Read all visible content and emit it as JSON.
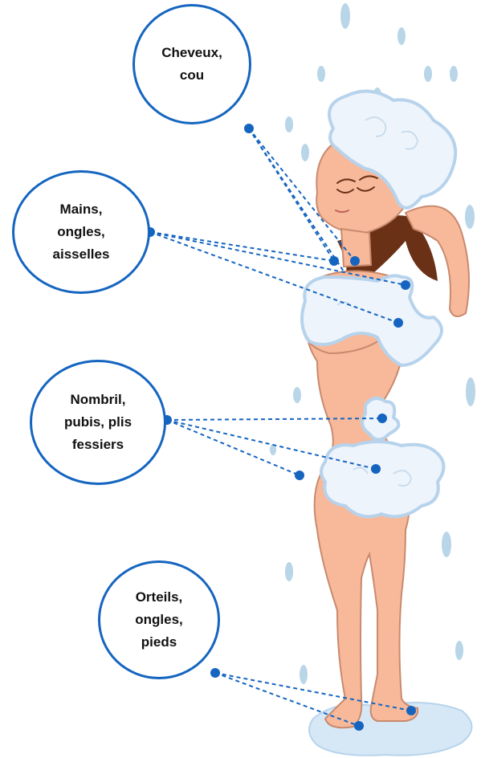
{
  "labels": [
    {
      "id": "hair-neck",
      "text": "Cheveux,\ncou"
    },
    {
      "id": "hands-nails-armpits",
      "text": "Mains,\nongles,\naisselles"
    },
    {
      "id": "navel-pubis-folds",
      "text": "Nombril,\npubis, plis\nfessiers"
    },
    {
      "id": "toes-nails-feet",
      "text": "Orteils,\nongles,\npieds"
    }
  ],
  "colors": {
    "connector": "#1565c0",
    "skin": "#f7b99a",
    "skin_outline": "#c98a6e",
    "hair": "#6b3117",
    "foam": "#eef4fb",
    "foam_outline": "#b7d3ec",
    "droplet": "#b9d6e8",
    "puddle": "#d6e8f6"
  }
}
